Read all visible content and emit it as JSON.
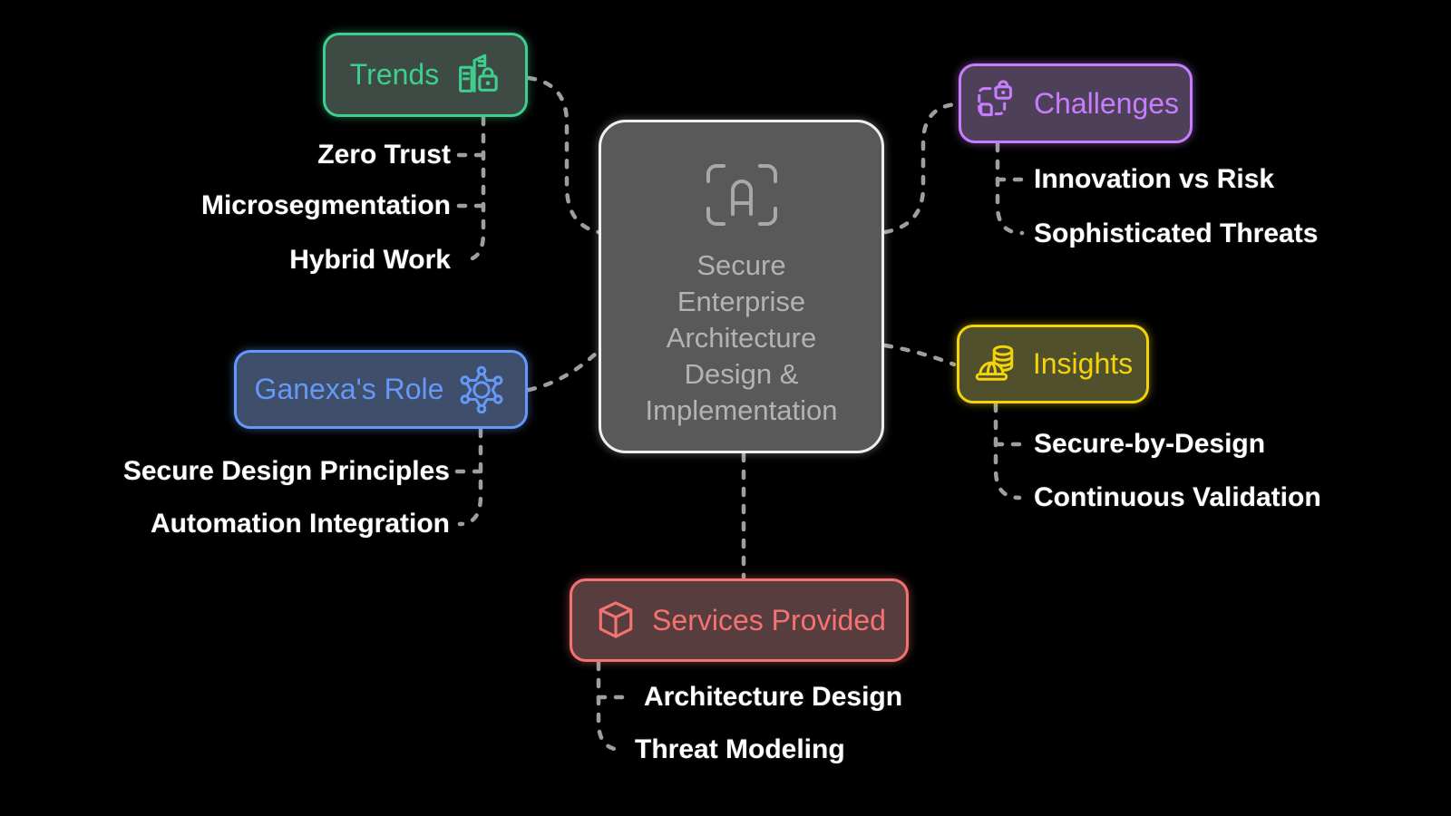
{
  "colors": {
    "background": "#000000",
    "connector": "#9e9e9e",
    "leaf_text": "#ffffff",
    "central_fill": "#595959",
    "central_border": "#efefef",
    "central_text": "#b3b3b3",
    "trends": "#3ecf8e",
    "trends_fill": "#3d4b44",
    "challenges": "#c77dff",
    "challenges_fill": "#4f4059",
    "ganexa": "#6499f7",
    "ganexa_fill": "#3f4e6a",
    "insights": "#f2d30c",
    "insights_fill": "#51502c",
    "services": "#f47272",
    "services_fill": "#583d3e"
  },
  "central": {
    "icon": "text-scan-icon",
    "title": "Secure Enterprise Architecture Design & Implementation",
    "title_lines": [
      "Secure",
      "Enterprise",
      "Architecture",
      "Design &",
      "Implementation"
    ]
  },
  "branches": [
    {
      "label": "Trends",
      "icon": "buildings-lock-icon",
      "children": [
        "Zero Trust",
        "Microsegmentation",
        "Hybrid Work"
      ]
    },
    {
      "label": "Challenges",
      "icon": "frame-lock-icon",
      "children": [
        "Innovation vs Risk",
        "Sophisticated Threats"
      ]
    },
    {
      "label": "Ganexa's Role",
      "icon": "molecule-star-icon",
      "children": [
        "Secure Design Principles",
        "Automation Integration"
      ]
    },
    {
      "label": "Insights",
      "icon": "database-hardhat-icon",
      "children": [
        "Secure-by-Design",
        "Continuous Validation"
      ]
    },
    {
      "label": "Services Provided",
      "icon": "cube-icon",
      "children": [
        "Architecture Design",
        "Threat Modeling"
      ]
    }
  ]
}
